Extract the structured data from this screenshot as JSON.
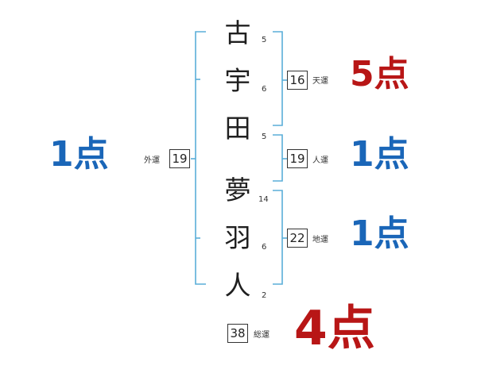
{
  "name": {
    "characters": [
      {
        "char": "古",
        "strokes": "5"
      },
      {
        "char": "宇",
        "strokes": "6"
      },
      {
        "char": "田",
        "strokes": "5"
      },
      {
        "char": "夢",
        "strokes": "14"
      },
      {
        "char": "羽",
        "strokes": "6"
      },
      {
        "char": "人",
        "strokes": "2"
      }
    ]
  },
  "fortunes": {
    "tenkaku": {
      "label": "天運",
      "value": "16",
      "score": "5点"
    },
    "jinkaku": {
      "label": "人運",
      "value": "19",
      "score": "1点"
    },
    "chikaku": {
      "label": "地運",
      "value": "22",
      "score": "1点"
    },
    "gaikaku": {
      "label": "外運",
      "value": "19",
      "score": "1点"
    },
    "soukaku": {
      "label": "総運",
      "value": "38",
      "score": "4点"
    }
  },
  "colors": {
    "bracket": "#5aaed8",
    "score_blue": "#1a66b8",
    "score_red": "#b81616"
  }
}
